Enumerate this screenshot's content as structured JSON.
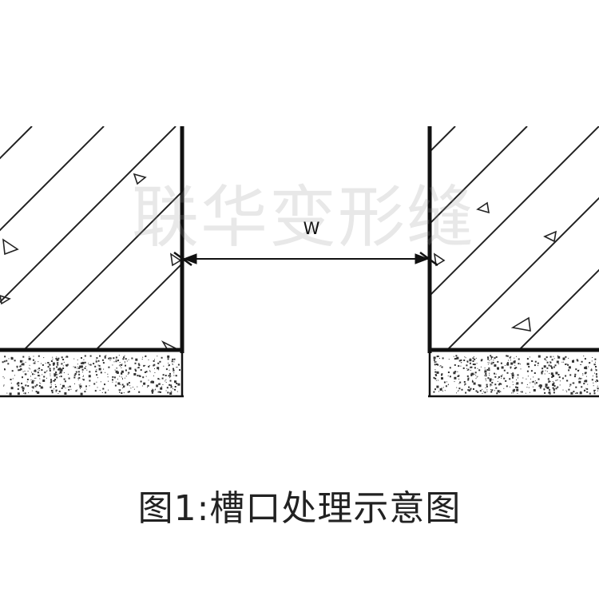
{
  "watermark": "联华变形缝",
  "dimension_label": "W",
  "caption": "图1:槽口处理示意图",
  "colors": {
    "line": "#111111",
    "hatch": "#222222",
    "gravel": "#333333",
    "watermark": "#969696"
  }
}
